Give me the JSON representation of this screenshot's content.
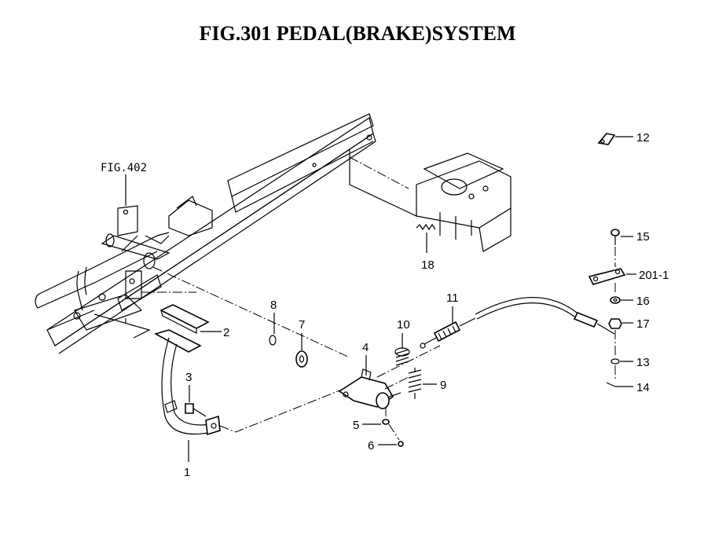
{
  "title": "FIG.301  PEDAL(BRAKE)SYSTEM",
  "reference": "FIG.402",
  "parts": {
    "p1": "1",
    "p2": "2",
    "p3": "3",
    "p4": "4",
    "p5": "5",
    "p6": "6",
    "p7": "7",
    "p8": "8",
    "p9": "9",
    "p10": "10",
    "p11": "11",
    "p12": "12",
    "p13": "13",
    "p14": "14",
    "p15": "15",
    "p16": "16",
    "p17": "17",
    "p18": "18",
    "p201_1": "201-1"
  }
}
